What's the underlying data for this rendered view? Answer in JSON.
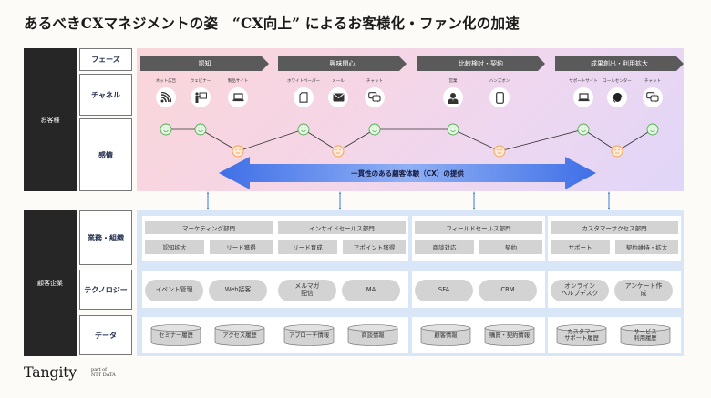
{
  "title": "あるべきCXマネジメントの姿　“CX向上” によるお客様化・ファン化の加速",
  "sections": {
    "customer": "お客様",
    "company": "顧客企業"
  },
  "row_labels": {
    "phase": "フェーズ",
    "channel": "チャネル",
    "emotion": "感情",
    "business": "業務・組織",
    "technology": "テクノロジー",
    "data": "データ"
  },
  "phases": [
    {
      "label": "認知",
      "channels": [
        {
          "label": "ネット広告",
          "icon": "rss-icon"
        },
        {
          "label": "ウェビナー",
          "icon": "presenter-icon"
        },
        {
          "label": "製品サイト",
          "icon": "laptop-icon"
        }
      ]
    },
    {
      "label": "興味関心",
      "channels": [
        {
          "label": "ホワイトペーパー",
          "icon": "document-icon"
        },
        {
          "label": "メール",
          "icon": "mail-icon"
        },
        {
          "label": "チャット",
          "icon": "chat-icon"
        }
      ]
    },
    {
      "label": "比較検討・契約",
      "channels": [
        {
          "label": "営業",
          "icon": "salesperson-icon"
        },
        {
          "label": "ハンズオン",
          "icon": "tablet-icon"
        }
      ]
    },
    {
      "label": "成果創出・利用拡大",
      "channels": [
        {
          "label": "サポートサイト",
          "icon": "laptop-icon"
        },
        {
          "label": "コールセンター",
          "icon": "headset-icon"
        },
        {
          "label": "チャット",
          "icon": "chat-icon"
        }
      ]
    }
  ],
  "emotion_journey": [
    "happy",
    "happy",
    "neutral",
    "happy",
    "neutral",
    "happy",
    "happy",
    "neutral",
    "happy",
    "neutral",
    "happy"
  ],
  "cx_banner": "一貫性のある顧客体験（CX）の提供",
  "departments": [
    {
      "name": "マーケティング部門",
      "tasks": [
        "認知拡大",
        "リード獲得"
      ],
      "tech": [
        "イベント管理",
        "Web接客"
      ],
      "data": [
        "セミナー履歴",
        "アクセス履歴"
      ]
    },
    {
      "name": "インサイドセールス部門",
      "tasks": [
        "リード育成",
        "アポイント獲得"
      ],
      "tech": [
        "メルマガ\n配信",
        "MA"
      ],
      "data": [
        "アプローチ情報",
        "商談情報"
      ]
    },
    {
      "name": "フィールドセールス部門",
      "tasks": [
        "商談対応",
        "契約"
      ],
      "tech": [
        "SFA",
        "CRM"
      ],
      "data": [
        "顧客情報",
        "購買・契約情報"
      ]
    },
    {
      "name": "カスタマーサクセス部門",
      "tasks": [
        "サポート",
        "契約維持・拡大"
      ],
      "tech": [
        "オンライン\nヘルプデスク",
        "アンケート作\n成"
      ],
      "data": [
        "カスタマー\nサポート履歴",
        "サービス\n利用履歴"
      ]
    }
  ],
  "footer": {
    "logo": "Tangity",
    "sub_line1": "part of",
    "sub_line2": "NTT DATA"
  },
  "colors": {
    "phase_bar": "#5a5a5a",
    "happy": "#4caf50",
    "neutral": "#f0a050",
    "cx_arrow": "#3f73e8",
    "connector": "#3a78d8",
    "company_panel": "#d9e6f7",
    "dark_label": "#262626"
  }
}
